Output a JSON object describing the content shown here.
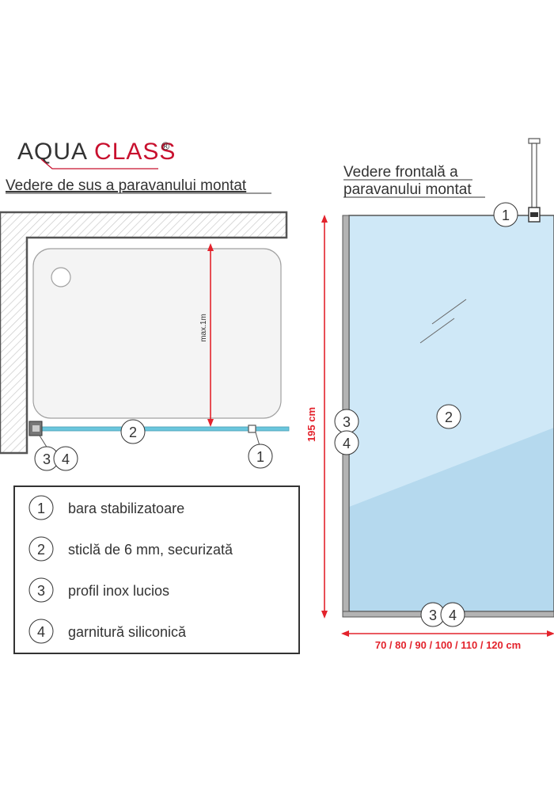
{
  "brand": {
    "part1": "AQUA",
    "part2": "CLASS",
    "mark": "®",
    "color_dark": "#333333",
    "color_accent": "#c8102e"
  },
  "top_view": {
    "title": "Vedere de sus a paravanului montat",
    "dimension_label": "max.1m"
  },
  "front_view": {
    "title_line1": "Vedere frontală a",
    "title_line2": "paravanului montat",
    "height_label": "195 cm",
    "width_label": "70 / 80 / 90 / 100 / 110 / 120 cm"
  },
  "markers": {
    "m1": "1",
    "m2": "2",
    "m3": "3",
    "m4": "4"
  },
  "legend": {
    "items": [
      {
        "number": "1",
        "label": "bara stabilizatoare"
      },
      {
        "number": "2",
        "label": "sticlă de 6 mm, securizată"
      },
      {
        "number": "3",
        "label": "profil inox lucios"
      },
      {
        "number": "4",
        "label": "garnitură siliconică"
      }
    ]
  },
  "colors": {
    "glass": "#cfe8f7",
    "glass_shade": "#b5d9ee",
    "glass_edge": "#66c2d8",
    "dimension_red": "#e3232c",
    "profile_grey": "#b3b3b3",
    "outline": "#555555"
  },
  "icons": {
    "drain": "drain-icon",
    "glass_reflection": "glass-reflection-icon"
  }
}
